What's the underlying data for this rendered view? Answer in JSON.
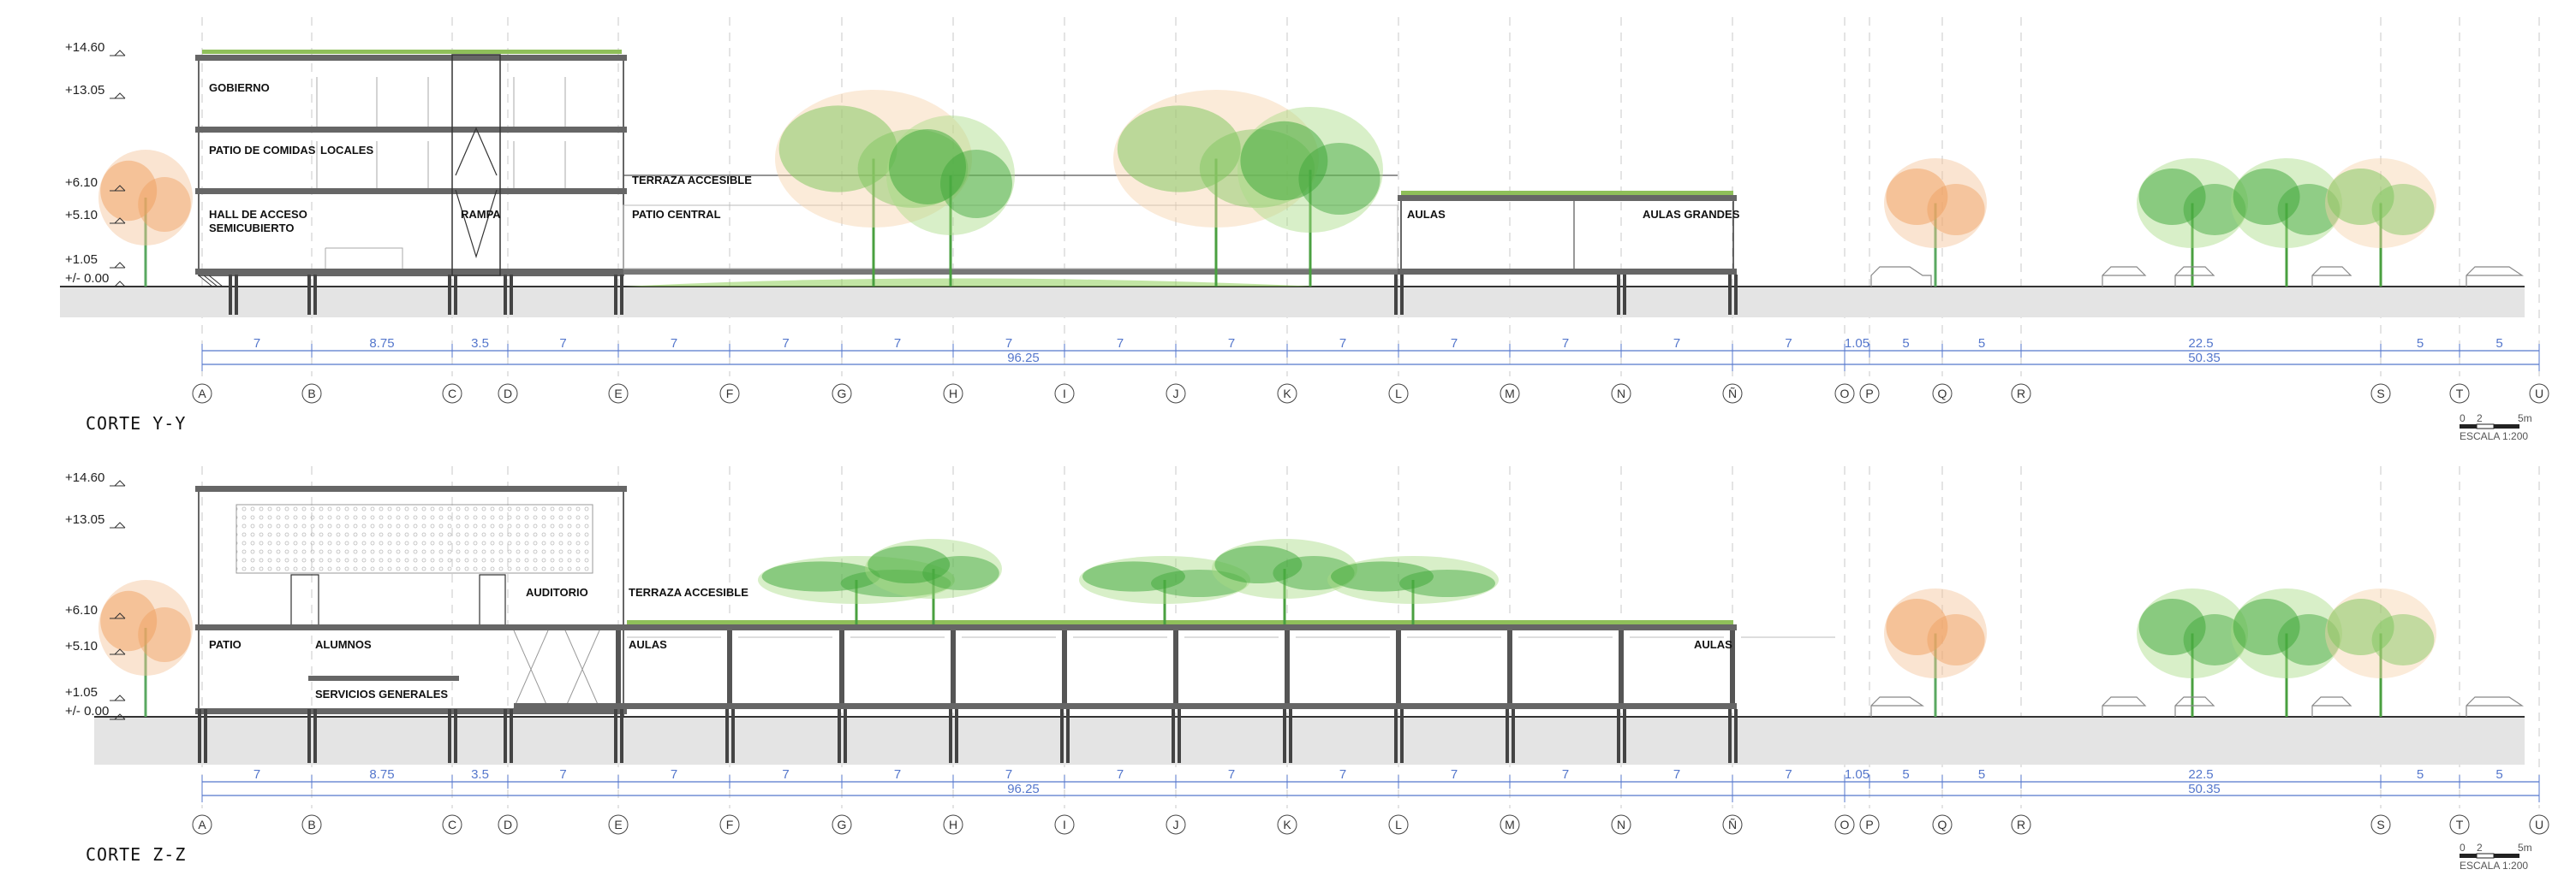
{
  "colors": {
    "dimension": "#5577cc",
    "tree_orange": "#f0a060",
    "tree_green": "#3aa535",
    "structure": "#333333",
    "grass": "#8fd05a"
  },
  "axes": [
    "A",
    "B",
    "C",
    "D",
    "E",
    "F",
    "G",
    "H",
    "I",
    "J",
    "K",
    "L",
    "M",
    "N",
    "Ñ",
    "O",
    "P",
    "Q",
    "R",
    "S",
    "T",
    "U"
  ],
  "dims_top": [
    "7",
    "8.75",
    "3.5",
    "7",
    "7",
    "7",
    "7",
    "7",
    "7",
    "7",
    "7",
    "7",
    "7",
    "7",
    "7",
    "1.05",
    "5",
    "5",
    "22.5",
    "5",
    "5"
  ],
  "total_left": "96.25",
  "total_right": "50.35",
  "levels": [
    "+14.60",
    "+13.05",
    "+6.10",
    "+5.10",
    "+1.05",
    "+/- 0.00"
  ],
  "scale_bar": {
    "ticks": [
      "0",
      "2",
      "5m"
    ],
    "label": "ESCALA 1:200"
  },
  "sections": [
    {
      "title": "CORTE Y-Y",
      "rooms": {
        "gobierno": "GOBIERNO",
        "patio_comidas": "PATIO DE COMIDAS",
        "locales": "LOCALES",
        "terraza": "TERRAZA ACCESIBLE",
        "hall_1": "HALL DE ACCESO",
        "hall_2": "SEMICUBIERTO",
        "rampa": "RAMPA",
        "patio_central": "PATIO CENTRAL",
        "aulas": "AULAS",
        "aulas_grandes": "AULAS GRANDES"
      }
    },
    {
      "title": "CORTE Z-Z",
      "rooms": {
        "auditorio": "AUDITORIO",
        "terraza": "TERRAZA ACCESIBLE",
        "patio": "PATIO",
        "alumnos": "ALUMNOS",
        "aulas_left": "AULAS",
        "aulas_right": "AULAS",
        "servicios": "SERVICIOS GENERALES"
      }
    }
  ]
}
